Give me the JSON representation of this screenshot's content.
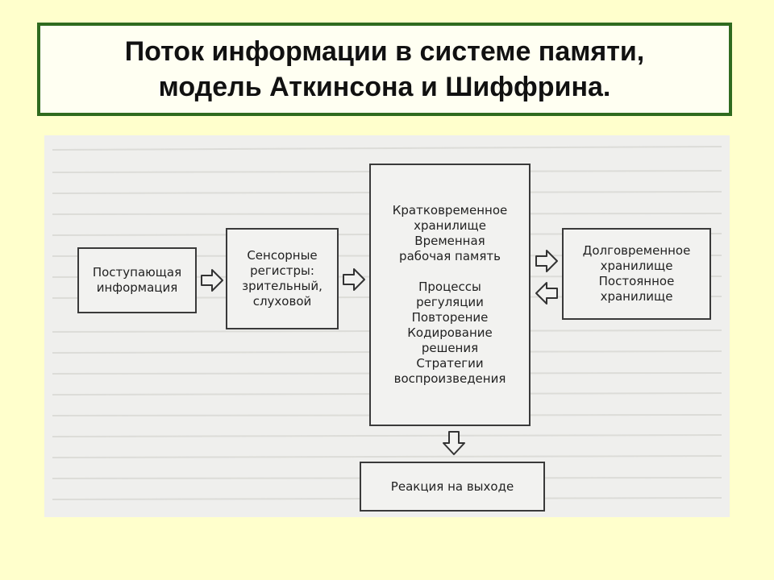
{
  "title": {
    "line1": "Поток информации в системе памяти,",
    "line2": "модель Аткинсона и Шиффрина."
  },
  "diagram": {
    "input_box": {
      "lines": [
        "Поступающая",
        "информация"
      ]
    },
    "sensory_box": {
      "lines": [
        "Сенсорные",
        "регистры:",
        "зрительный,",
        "слуховой"
      ]
    },
    "stm_box": {
      "lines_top": [
        "Кратковременное",
        "хранилище",
        "Временная",
        "рабочая память"
      ],
      "lines_bottom": [
        "Процессы",
        "регуляции",
        "Повторение",
        "Кодирование",
        "решения",
        "Стратегии",
        "воспроизведения"
      ]
    },
    "ltm_box": {
      "lines": [
        "Долговременное",
        "хранилище",
        "Постоянное",
        "хранилище"
      ]
    },
    "output_box": {
      "label": "Реакция на выходе"
    }
  },
  "colors": {
    "background": "#ffffcc",
    "title_border": "#2f6b1f",
    "figure_background": "#efefed",
    "box_border": "#3a3a3a"
  },
  "icons": [
    "arrow-right-icon",
    "arrow-left-icon",
    "arrow-down-icon"
  ]
}
